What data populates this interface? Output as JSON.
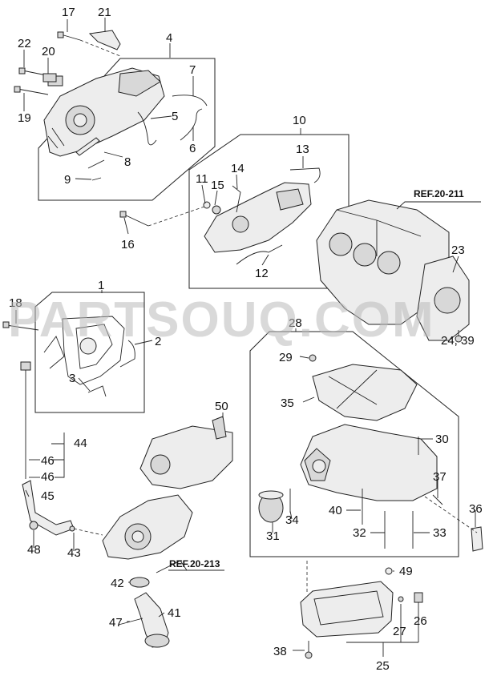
{
  "watermark": "PARTSOUQ.COM",
  "references": {
    "ref_block": "REF.20-211",
    "ref_pump": "REF.20-213"
  },
  "callouts": {
    "n17": "17",
    "n21": "21",
    "n22": "22",
    "n20": "20",
    "n4": "4",
    "n19": "19",
    "n7": "7",
    "n5": "5",
    "n6": "6",
    "n8": "8",
    "n9": "9",
    "n10": "10",
    "n13": "13",
    "n11": "11",
    "n15": "15",
    "n14": "14",
    "n16": "16",
    "n12": "12",
    "n23": "23",
    "n24_39": "24, 39",
    "n1": "1",
    "n18": "18",
    "n2": "2",
    "n3": "3",
    "n28": "28",
    "n29": "29",
    "n35": "35",
    "n50": "50",
    "n44": "44",
    "n46a": "46",
    "n46b": "46",
    "n45": "45",
    "n48": "48",
    "n43": "43",
    "n30": "30",
    "n37": "37",
    "n36": "36",
    "n34": "34",
    "n40": "40",
    "n32": "32",
    "n33": "33",
    "n31": "31",
    "n42": "42",
    "n49": "49",
    "n41": "41",
    "n47": "47",
    "n27": "27",
    "n26": "26",
    "n38": "38",
    "n25": "25"
  }
}
